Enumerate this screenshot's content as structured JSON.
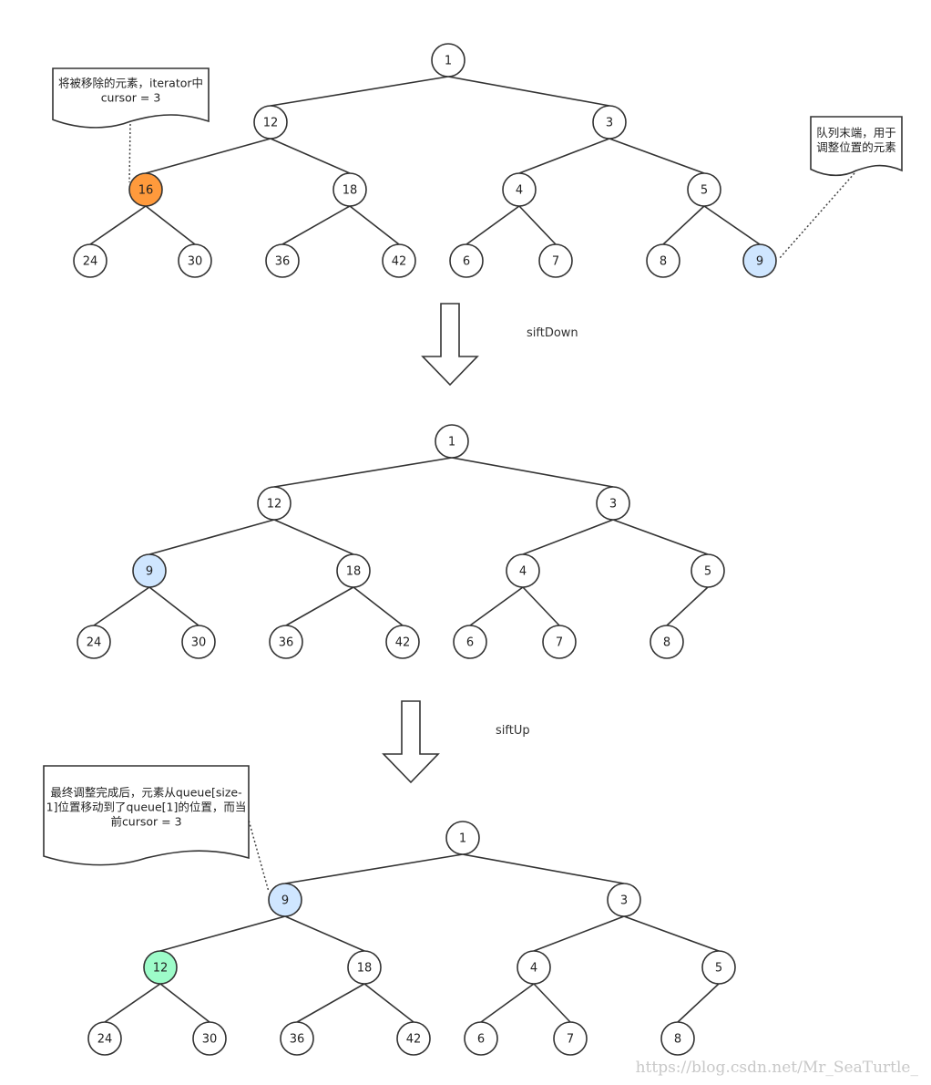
{
  "colors": {
    "stroke": "#333333",
    "node_fill": "#ffffff",
    "removed_fill": "#ff9a3c",
    "last_fill": "#cfe6ff",
    "cursor_fill": "#9dfcc9",
    "connector": "#444444",
    "watermark": "#c8c8c8"
  },
  "steps": [
    {
      "label": "siftDown"
    },
    {
      "label": "siftUp"
    }
  ],
  "trees": [
    {
      "nodes": [
        {
          "label": "1"
        },
        {
          "label": "12"
        },
        {
          "label": "3"
        },
        {
          "label": "16",
          "state": "removed"
        },
        {
          "label": "18"
        },
        {
          "label": "4"
        },
        {
          "label": "5"
        },
        {
          "label": "24"
        },
        {
          "label": "30"
        },
        {
          "label": "36"
        },
        {
          "label": "42"
        },
        {
          "label": "6"
        },
        {
          "label": "7"
        },
        {
          "label": "8"
        },
        {
          "label": "9",
          "state": "last"
        }
      ],
      "notes": [
        {
          "lines": [
            "将被移除的元素，iterator中",
            "cursor = 3"
          ]
        },
        {
          "lines": [
            "队列末端，用于",
            "调整位置的元素"
          ]
        }
      ]
    },
    {
      "nodes": [
        {
          "label": "1"
        },
        {
          "label": "12"
        },
        {
          "label": "3"
        },
        {
          "label": "9",
          "state": "last"
        },
        {
          "label": "18"
        },
        {
          "label": "4"
        },
        {
          "label": "5"
        },
        {
          "label": "24"
        },
        {
          "label": "30"
        },
        {
          "label": "36"
        },
        {
          "label": "42"
        },
        {
          "label": "6"
        },
        {
          "label": "7"
        },
        {
          "label": "8"
        }
      ],
      "notes": []
    },
    {
      "nodes": [
        {
          "label": "1"
        },
        {
          "label": "9",
          "state": "last"
        },
        {
          "label": "3"
        },
        {
          "label": "12",
          "state": "cursor"
        },
        {
          "label": "18"
        },
        {
          "label": "4"
        },
        {
          "label": "5"
        },
        {
          "label": "24"
        },
        {
          "label": "30"
        },
        {
          "label": "36"
        },
        {
          "label": "42"
        },
        {
          "label": "6"
        },
        {
          "label": "7"
        },
        {
          "label": "8"
        }
      ],
      "notes": [
        {
          "lines": [
            "最终调整完成后，元素从queue[size-",
            "1]位置移动到了queue[1]的位置，而当",
            "前cursor = 3"
          ]
        }
      ]
    }
  ],
  "watermark": "https://blog.csdn.net/Mr_SeaTurtle_"
}
